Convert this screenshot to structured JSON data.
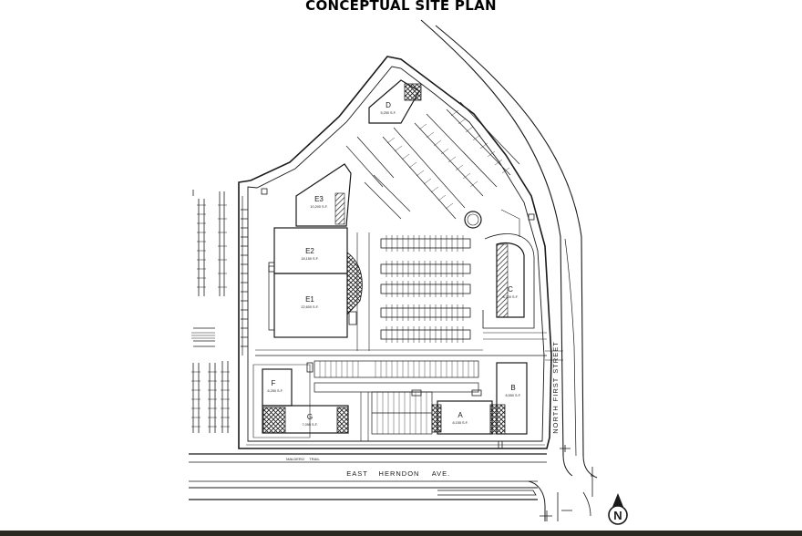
{
  "title": "CONCEPTUAL SITE PLAN",
  "buildings": [
    {
      "id": "D",
      "area": "5,250 S.F."
    },
    {
      "id": "E3",
      "area": "10,200 S.F."
    },
    {
      "id": "E2",
      "area": "18,150 S.F."
    },
    {
      "id": "E1",
      "area": "22,600 S.F."
    },
    {
      "id": "C",
      "area": "8,700 S.F."
    },
    {
      "id": "B",
      "area": "8,550 S.F."
    },
    {
      "id": "A",
      "area": "8,155 S.F."
    },
    {
      "id": "F",
      "area": "6,250 S.F."
    },
    {
      "id": "G",
      "area": "7,050 S.F."
    }
  ],
  "streets": {
    "maldero_1": "MALDERO",
    "maldero_2": "TRAIL",
    "herndon_1": "EAST",
    "herndon_2": "HERNDON",
    "herndon_3": "AVE.",
    "first_1": "NORTH",
    "first_2": "FIRST",
    "first_3": "STREET"
  },
  "north_arrow": {
    "label": "N",
    "icon": "north-arrow-icon"
  },
  "colors": {
    "line": "#1a1a1a",
    "background": "#ffffff",
    "footer": "#2a2a22"
  }
}
